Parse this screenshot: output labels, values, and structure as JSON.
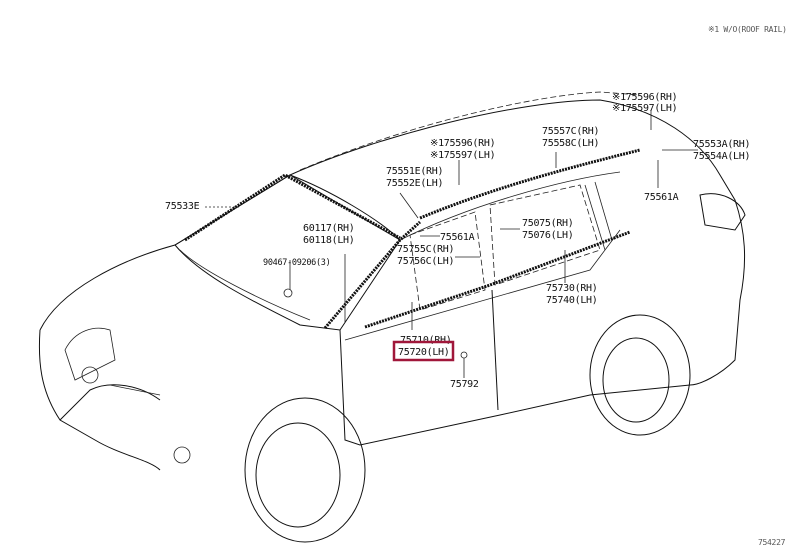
{
  "note": "※1 W/O(ROOF RAIL)",
  "figure_number": "754227",
  "highlight_color": "#a0173a",
  "labels": {
    "p175596_top": "※175596(RH)",
    "p175597_top": "※175597(LH)",
    "p75553A": "75553A(RH)",
    "p75554A": "75554A(LH)",
    "p75561A_rear": "75561A",
    "p75557C": "75557C(RH)",
    "p75558C": "75558C(LH)",
    "p175596_mid": "※175596(RH)",
    "p175597_mid": "※175597(LH)",
    "p75551E": "75551E(RH)",
    "p75552E": "75552E(LH)",
    "p75533E": "75533E",
    "p75561A_front": "75561A",
    "p75755C": "75755C(RH)",
    "p75756C": "75756C(LH)",
    "p75075": "75075(RH)",
    "p75076": "75076(LH)",
    "p60117": "60117(RH)",
    "p60118": "60118(LH)",
    "p90467": "90467-09206(3)",
    "p75730": "75730(RH)",
    "p75740": "75740(LH)",
    "p75710": "75710(RH)",
    "p75720": "75720(LH)",
    "p75792": "75792"
  }
}
